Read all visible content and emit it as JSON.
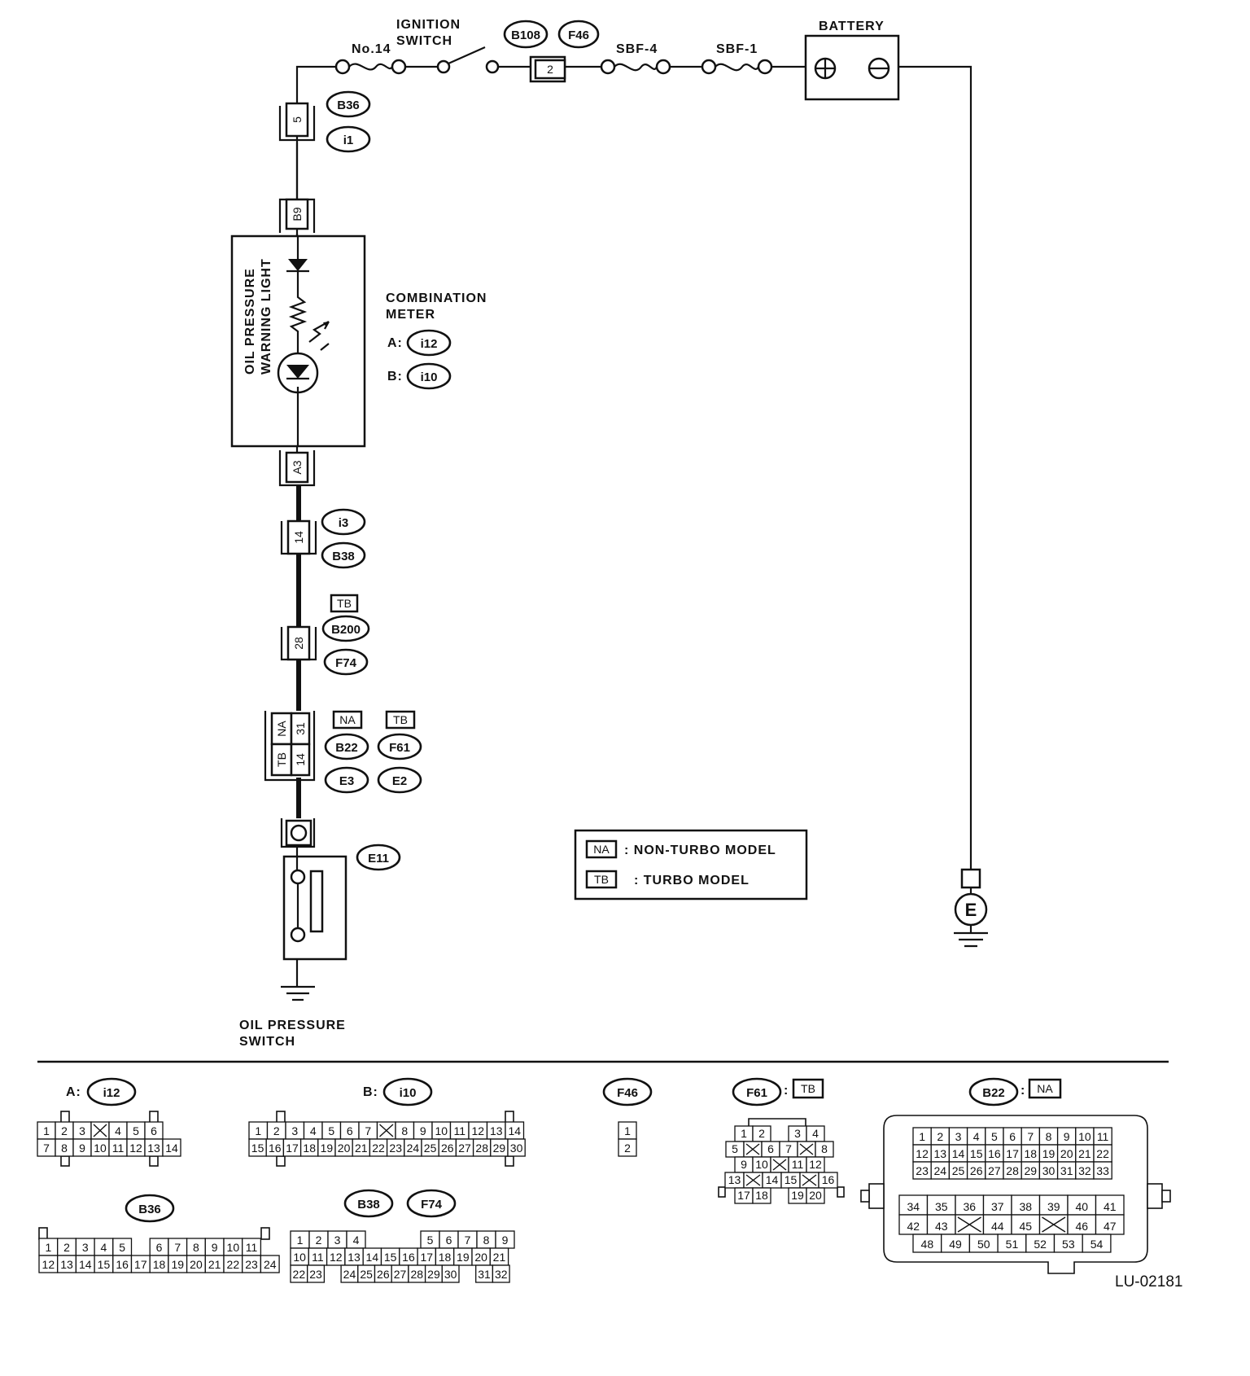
{
  "labels": {
    "battery": "BATTERY",
    "ignition_switch": [
      "IGNITION",
      "SWITCH"
    ],
    "fuse_no14": "No.14",
    "sbf4": "SBF-4",
    "sbf1": "SBF-1",
    "combination_meter": [
      "COMBINATION",
      "METER"
    ],
    "warning_light": [
      "OIL PRESSURE",
      "WARNING LIGHT"
    ],
    "oil_pressure_switch": [
      "OIL PRESSURE",
      "SWITCH"
    ],
    "ground": "E",
    "figure_id": "LU-02181",
    "meter_a": "A:",
    "meter_b": "B:"
  },
  "legend": [
    {
      "code": "NA",
      "text": ": NON-TURBO MODEL"
    },
    {
      "code": "TB",
      "text": ": TURBO MODEL"
    }
  ],
  "connectors": {
    "B108": "B108",
    "F46": "F46",
    "B36": "B36",
    "i1": "i1",
    "i12": "i12",
    "i10": "i10",
    "i3": "i3",
    "B38": "B38",
    "B200": "B200",
    "F74": "F74",
    "B22": "B22",
    "F61": "F61",
    "E3": "E3",
    "E2": "E2",
    "E11": "E11",
    "TB": "TB",
    "NA": "NA"
  },
  "wire_terminals": {
    "f46_pin": "2",
    "b36_pin": "5",
    "meter_b": "B9",
    "meter_a": "A3",
    "i3_pin": "14",
    "b200_pin": "28",
    "na_pin": "31",
    "tb_pin": "14",
    "na_tag": "NA",
    "tb_tag": "TB"
  },
  "pinout_titles": {
    "i12": "A:",
    "i10": "B:"
  },
  "pinouts": {
    "i12": [
      [
        "1",
        "2",
        "3",
        "X",
        "4",
        "5",
        "6"
      ],
      [
        "7",
        "8",
        "9",
        "10",
        "11",
        "12",
        "13",
        "14"
      ]
    ],
    "i10": [
      [
        "1",
        "2",
        "3",
        "4",
        "5",
        "6",
        "7",
        "X",
        "8",
        "9",
        "10",
        "11",
        "12",
        "13",
        "14"
      ],
      [
        "15",
        "16",
        "17",
        "18",
        "19",
        "20",
        "21",
        "22",
        "23",
        "24",
        "25",
        "26",
        "27",
        "28",
        "29",
        "30"
      ]
    ],
    "f46": [
      [
        "1"
      ],
      [
        "2"
      ]
    ],
    "f61": [
      [
        "1",
        "2",
        "",
        "3",
        "4"
      ],
      [
        "5",
        "X",
        "6",
        "7",
        "X",
        "8"
      ],
      [
        "9",
        "10",
        "X",
        "11",
        "12"
      ],
      [
        "13",
        "X",
        "14",
        "15",
        "X",
        "16"
      ],
      [
        "17",
        "18",
        "",
        "19",
        "20"
      ]
    ],
    "b22": [
      [
        "1",
        "2",
        "3",
        "4",
        "5",
        "6",
        "7",
        "8",
        "9",
        "10",
        "11"
      ],
      [
        "12",
        "13",
        "14",
        "15",
        "16",
        "17",
        "18",
        "19",
        "20",
        "21",
        "22"
      ],
      [
        "23",
        "24",
        "25",
        "26",
        "27",
        "28",
        "29",
        "30",
        "31",
        "32",
        "33"
      ],
      [
        "34",
        "35",
        "36",
        "37",
        "38",
        "39",
        "40",
        "41"
      ],
      [
        "42",
        "43",
        "X",
        "44",
        "45",
        "X",
        "46",
        "47"
      ],
      [
        "48",
        "49",
        "50",
        "51",
        "52",
        "53",
        "54"
      ]
    ],
    "b36": [
      [
        "1",
        "2",
        "3",
        "4",
        "5",
        "",
        "6",
        "7",
        "8",
        "9",
        "10",
        "11"
      ],
      [
        "12",
        "13",
        "14",
        "15",
        "16",
        "17",
        "18",
        "19",
        "20",
        "21",
        "22",
        "23",
        "24"
      ]
    ],
    "b38": [
      [
        "1",
        "2",
        "3",
        "4",
        "",
        "5",
        "6",
        "7",
        "8",
        "9"
      ],
      [
        "10",
        "11",
        "12",
        "13",
        "14",
        "15",
        "16",
        "17",
        "18",
        "19",
        "20",
        "21"
      ],
      [
        "22",
        "23",
        "",
        "24",
        "25",
        "26",
        "27",
        "28",
        "29",
        "30",
        "",
        "31",
        "32"
      ]
    ]
  }
}
